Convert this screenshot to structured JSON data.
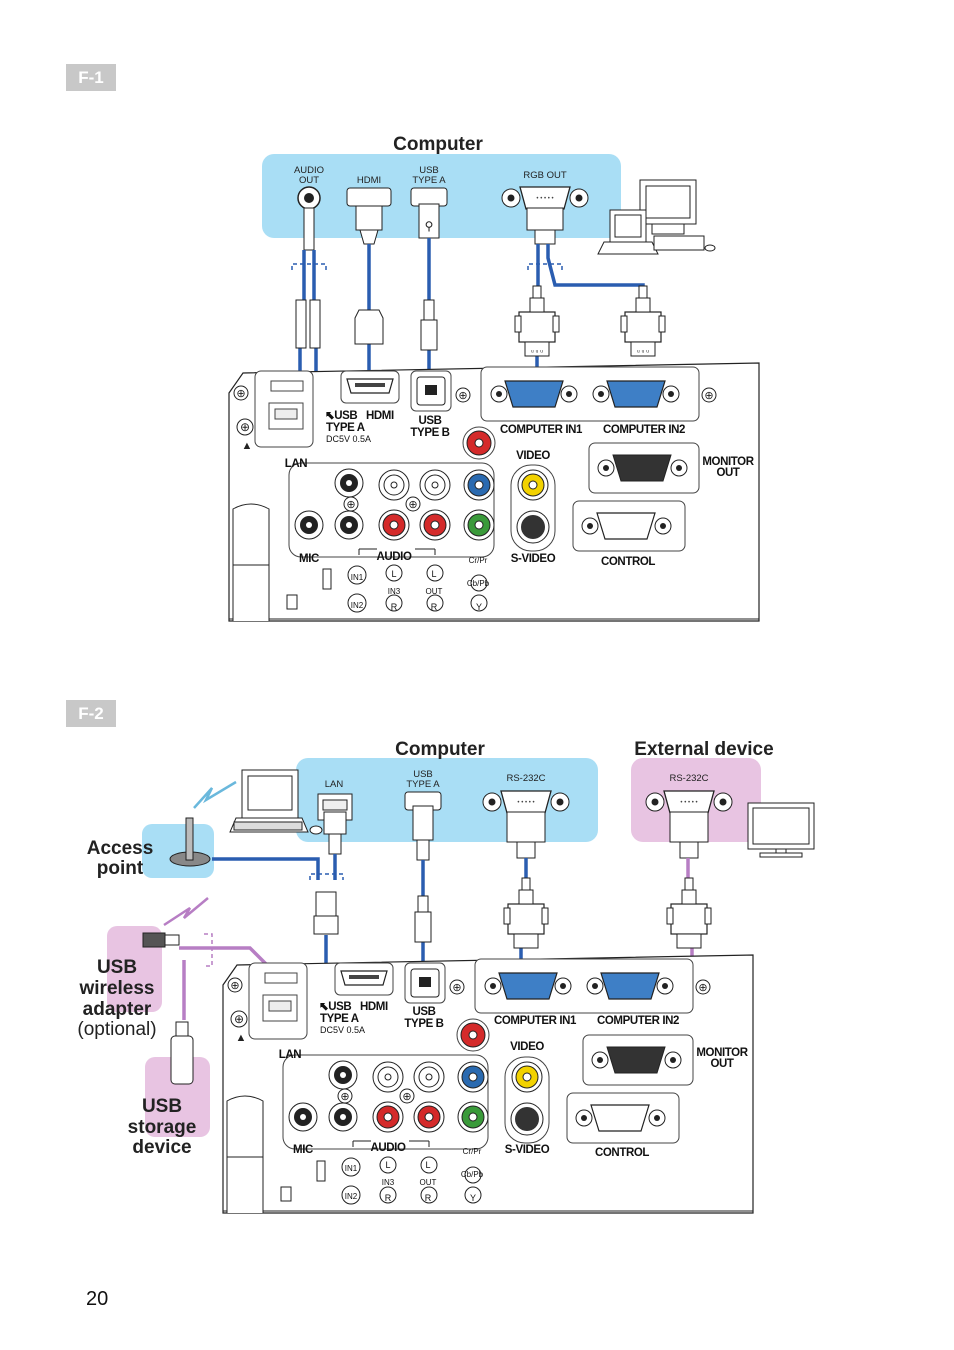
{
  "tags": {
    "f1": "F-1",
    "f2": "F-2"
  },
  "page_number": "20",
  "f1": {
    "computer_title": "Computer",
    "computer_ports": {
      "audio_out_1": "AUDIO",
      "audio_out_2": "OUT",
      "hdmi": "HDMI",
      "usb_1": "USB",
      "usb_2": "TYPE A",
      "rgb_out": "RGB OUT"
    }
  },
  "f2": {
    "computer_title": "Computer",
    "external_title": "External device",
    "computer_ports": {
      "lan": "LAN",
      "usb_1": "USB",
      "usb_2": "TYPE A",
      "rs232c": "RS-232C"
    },
    "external_ports": {
      "rs232c": "RS-232C"
    },
    "access_point": [
      "Access",
      "point"
    ],
    "usb_wireless": [
      "USB",
      "wireless",
      "adapter"
    ],
    "usb_wireless_optional": "(optional)",
    "usb_storage": [
      "USB",
      "storage",
      "device"
    ]
  },
  "projector_panel": {
    "usb_type_a_1": "USB",
    "usb_type_a_2": "TYPE A",
    "usb_type_a_3": "DC5V 0.5A",
    "hdmi": "HDMI",
    "usb_type_b_1": "USB",
    "usb_type_b_2": "TYPE B",
    "computer_in1": "COMPUTER IN1",
    "computer_in2": "COMPUTER IN2",
    "lan": "LAN",
    "video": "VIDEO",
    "monitor_out_1": "MONITOR",
    "monitor_out_2": "OUT",
    "s_video": "S-VIDEO",
    "control": "CONTROL",
    "mic": "MIC",
    "audio": "AUDIO",
    "cr_pr": "Cr/Pr",
    "cb_pb": "Cb/Pb",
    "y": "Y",
    "in1": "IN1",
    "in2": "IN2",
    "in3": "IN3",
    "out": "OUT",
    "l": "L",
    "r": "R"
  },
  "colors": {
    "computer_box": "#a9def5",
    "external_box": "#e8c4e2",
    "cable_blue": "#2a5db0",
    "cable_purple": "#b77ec4",
    "port_blue": "#3e7fc6",
    "port_yellow": "#f2d200",
    "port_red": "#d42a2a",
    "port_green": "#3a9a3a",
    "port_blue2": "#2a6ab0"
  }
}
